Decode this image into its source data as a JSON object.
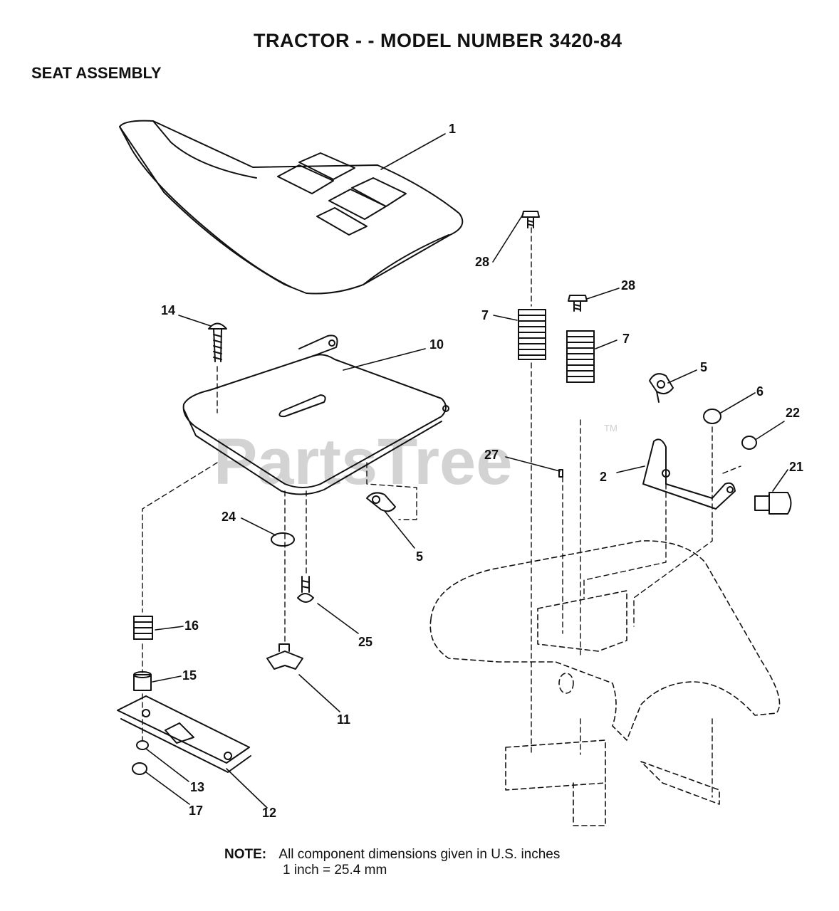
{
  "header": {
    "title": "TRACTOR - - MODEL NUMBER 3420-84",
    "section": "SEAT ASSEMBLY"
  },
  "watermark": {
    "text": "PartsTree",
    "mark": "TM"
  },
  "callouts": {
    "c1": "1",
    "c2": "2",
    "c5a": "5",
    "c5b": "5",
    "c6": "6",
    "c7a": "7",
    "c7b": "7",
    "c10": "10",
    "c11": "11",
    "c12": "12",
    "c13": "13",
    "c14": "14",
    "c15": "15",
    "c16": "16",
    "c17": "17",
    "c21": "21",
    "c22": "22",
    "c24": "24",
    "c25": "25",
    "c27": "27",
    "c28a": "28",
    "c28b": "28"
  },
  "note": {
    "label": "NOTE:",
    "line1": "All component dimensions given in U.S. inches",
    "line2": "1 inch = 25.4 mm"
  }
}
